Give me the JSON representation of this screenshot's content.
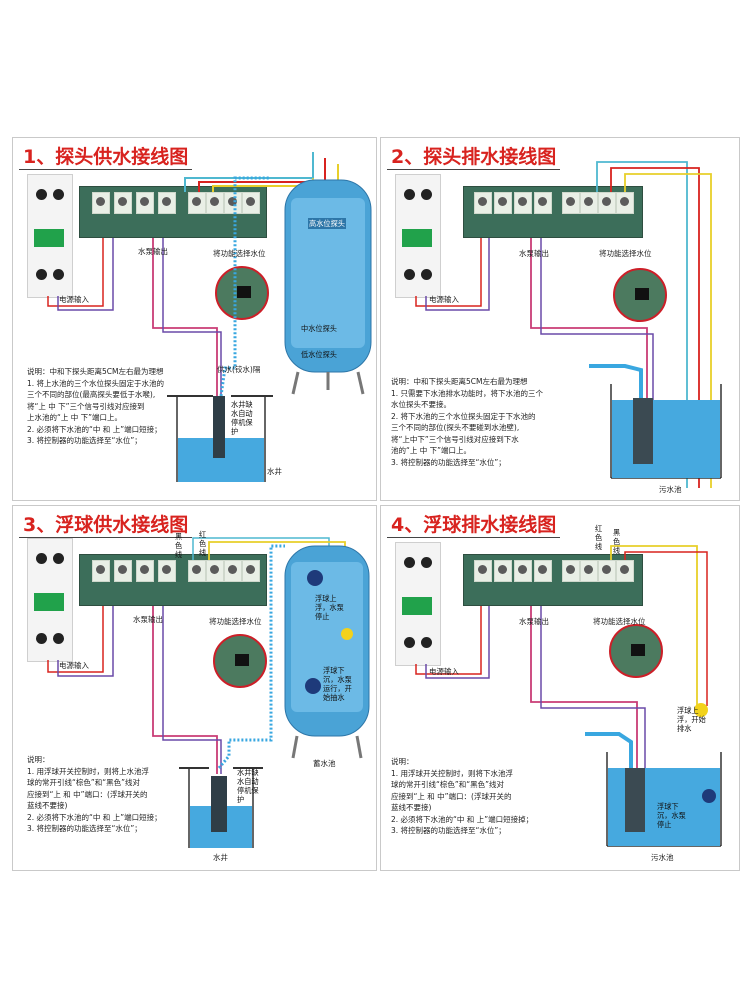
{
  "panels": [
    {
      "title": "1、探头供水接线图",
      "labels": {
        "pump_out": "水泵输出",
        "func": "将功能选择水位",
        "power": "电源输入",
        "pipe": "供水(铰水)隔",
        "tank_high": "高水位探头",
        "tank_mid": "中水位探头",
        "tank_low": "低水位探头",
        "well": "水井",
        "pump_note": "水井缺水自动停机保护"
      },
      "notes": [
        "说明：中和下探头距离5CM左右最为理想",
        "1. 将上水池的三个水位探头固定于水池的",
        "   三个不同的部位(最高探头要低于水喉),",
        "   将“上 中 下”三个信号引线对应接到",
        "   上水池的“上 中 下”端口上。",
        "2. 必须将下水池的“中 和 上”端口短接；",
        "3. 将控制器的功能选择至“水位”；"
      ]
    },
    {
      "title": "2、探头排水接线图",
      "labels": {
        "pump_out": "水泵输出",
        "func": "将功能选择水位",
        "power": "电源输入",
        "pool": "污水池"
      },
      "notes": [
        "说明：中和下探头距离5CM左右最为理想",
        "1. 只需要下水池排水功能时，将下水池的三个",
        "   水位探头不要接。",
        "2. 将下水池的三个水位探头固定于下水池的",
        "   三个不同的部位(探头不要碰到水池壁),",
        "   将“上中下”三个信号引线对应接到下水",
        "   池的“上 中 下”端口上。",
        "3. 将控制器的功能选择至“水位”；"
      ]
    },
    {
      "title": "3、浮球供水接线图",
      "labels": {
        "pump_out": "水泵输出",
        "func": "将功能选择水位",
        "power": "电源输入",
        "black": "黑色线",
        "red": "红色线",
        "float_top": "浮球上浮，水泵停止",
        "float_low": "浮球下沉，水泵运行，开始抽水",
        "tank": "蓄水池",
        "well": "水井",
        "pump_note": "水井缺水自动停机保护"
      },
      "notes": [
        "说明：",
        "1. 用浮球开关控制时，则将上水池浮",
        "   球的常开引线“棕色”和“黑色”线对",
        "   应接到“上 和 中”端口：(浮球开关的",
        "   蓝线不要接)",
        "2. 必须将下水池的“中 和 上”端口短接；",
        "3. 将控制器的功能选择至“水位”；"
      ]
    },
    {
      "title": "4、浮球排水接线图",
      "labels": {
        "pump_out": "水泵输出",
        "func": "将功能选择水位",
        "power": "电源输入",
        "red": "红色线",
        "black": "黑色线",
        "float_top": "浮球上浮，开始排水",
        "float_low": "浮球下沉，水泵停止",
        "pool": "污水池"
      },
      "notes": [
        "说明：",
        "1. 用浮球开关控制时，则将下水池浮",
        "   球的常开引线“棕色”和“黑色”线对",
        "   应接到“上 和 中”端口：(浮球开关的",
        "   蓝线不要接)",
        "2. 必须将下水池的“中 和 上”端口短接掉；",
        "3. 将控制器的功能选择至“水位”；"
      ]
    }
  ],
  "colors": {
    "title": "#d8231f",
    "terminal": "#3c6e5a",
    "breaker_green": "#21a24b",
    "water": "#39a7e0",
    "wire_red": "#d8231f",
    "wire_purple": "#6a4aa8",
    "wire_yellow": "#e8cf2a",
    "wire_blue": "#1f63c7",
    "wire_pink": "#c93c76",
    "wire_cyan": "#4fb8d0"
  },
  "icons": [
    "circuit-breaker-icon",
    "terminal-block-icon",
    "submersible-pump-icon",
    "water-tank-icon",
    "float-switch-icon",
    "zoom-detail-icon"
  ]
}
